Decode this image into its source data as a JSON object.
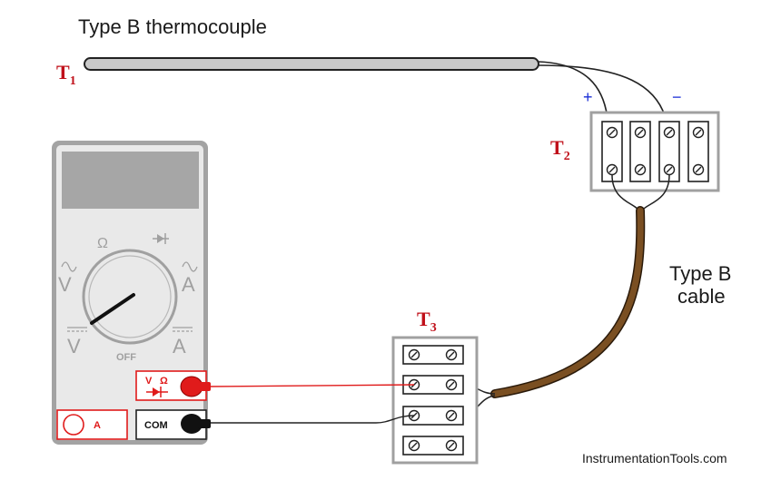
{
  "title": "Type B thermocouple",
  "labels": {
    "t1": {
      "main": "T",
      "sub": "1"
    },
    "t2": {
      "main": "T",
      "sub": "2"
    },
    "t3": {
      "main": "T",
      "sub": "3"
    },
    "plus": "+",
    "minus": "−",
    "cable_line1": "Type B",
    "cable_line2": "cable"
  },
  "meter": {
    "ohm_symbol": "Ω",
    "v_ac": "V",
    "a_ac": "A",
    "v_dc": "V",
    "a_dc": "A",
    "off": "OFF",
    "jack_vohm_v": "V",
    "jack_vohm_ohm": "Ω",
    "jack_a": "A",
    "jack_com": "COM"
  },
  "watermark": "InstrumentationTools.com",
  "colors": {
    "meter_body": "#a3a3a3",
    "meter_face": "#e9e9e9",
    "display": "#a6a6a6",
    "red_accent": "#e01b1b",
    "label_red": "#c0101a",
    "polarity_blue": "#1a2ed6",
    "cable_brown": "#7a4f22",
    "probe_tube": "#c9c9c9"
  }
}
